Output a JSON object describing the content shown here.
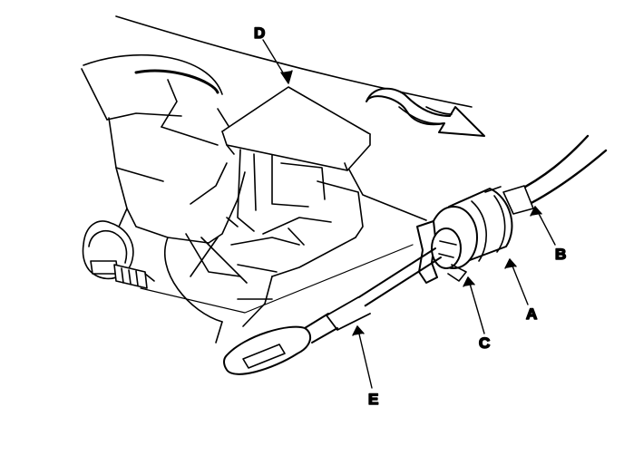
{
  "diagram": {
    "labels": {
      "a": "A",
      "b": "B",
      "c": "C",
      "d": "D",
      "e": "E"
    },
    "colors": {
      "ink": "#000000",
      "paper": "#ffffff"
    }
  }
}
